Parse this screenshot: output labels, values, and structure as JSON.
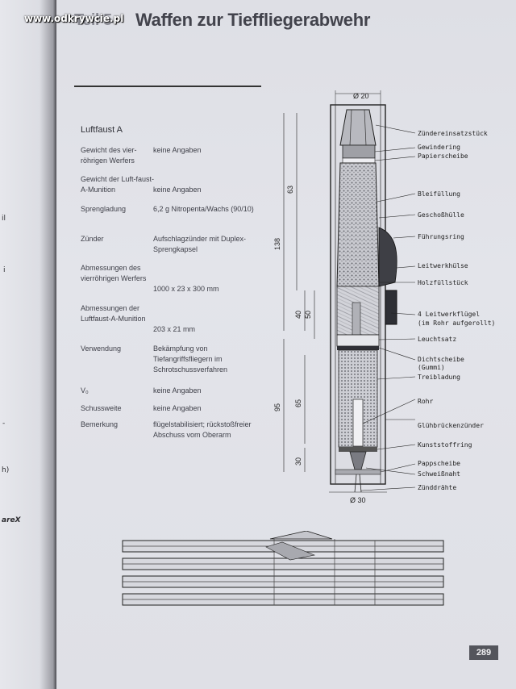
{
  "watermark": "www.odkrywcie.pl",
  "header": {
    "prefix": "Teil 5",
    "title": "Waffen zur Tieffliegerabwehr"
  },
  "section_title": "Luftfaust A",
  "specs": [
    {
      "label": "Gewicht des vier-röhrigen Werfers",
      "value": "keine Angaben"
    },
    {
      "label": "Gewicht der Luft-faust-A-Munition",
      "value": "keine Angaben"
    },
    {
      "label": "Sprengladung",
      "value": "6,2 g Nitropenta/Wachs (90/10)"
    },
    {
      "label": "Zünder",
      "value": "Aufschlagzünder mit Duplex-Sprengkapsel"
    },
    {
      "label": "Abmessungen des vierröhrigen Werfers",
      "value": "1000 x 23 x 300 mm"
    },
    {
      "label": "Abmessungen der Luftfaust-A-Munition",
      "value": "203 x 21 mm"
    },
    {
      "label": "Verwendung",
      "value": "Bekämpfung von Tiefangriffsfliegern im Schrotschussverfahren"
    },
    {
      "label": "V₀",
      "value": "keine Angaben"
    },
    {
      "label": "Schussweite",
      "value": "keine Angaben"
    },
    {
      "label": "Bemerkung",
      "value": "flügelstabilisiert; rückstoßfreier Abschuss vom Oberarm"
    }
  ],
  "drawing": {
    "top_dim": "Ø 20",
    "bottom_dim": "Ø 30",
    "dims": [
      "63",
      "138",
      "50",
      "40",
      "95",
      "65",
      "30"
    ],
    "labels": [
      "Zündereinsatzstück",
      "Gewindering",
      "Papierscheibe",
      "Bleifüllung",
      "Geschoßhülle",
      "Führungsring",
      "Leitwerkhülse",
      "Holzfüllstück",
      "4 Leitwerkflügel",
      "(im Rohr aufgerollt)",
      "Leuchtsatz",
      "Dichtscheibe",
      "(Gummi)",
      "Treibladung",
      "Rohr",
      "Glühbrückenzünder",
      "Kunststoffring",
      "Pappscheibe",
      "Schweißnaht",
      "Zünddrähte"
    ]
  },
  "gutter_marks": [
    "il",
    "i",
    "-",
    "h)",
    "areX"
  ],
  "page_number": "289"
}
